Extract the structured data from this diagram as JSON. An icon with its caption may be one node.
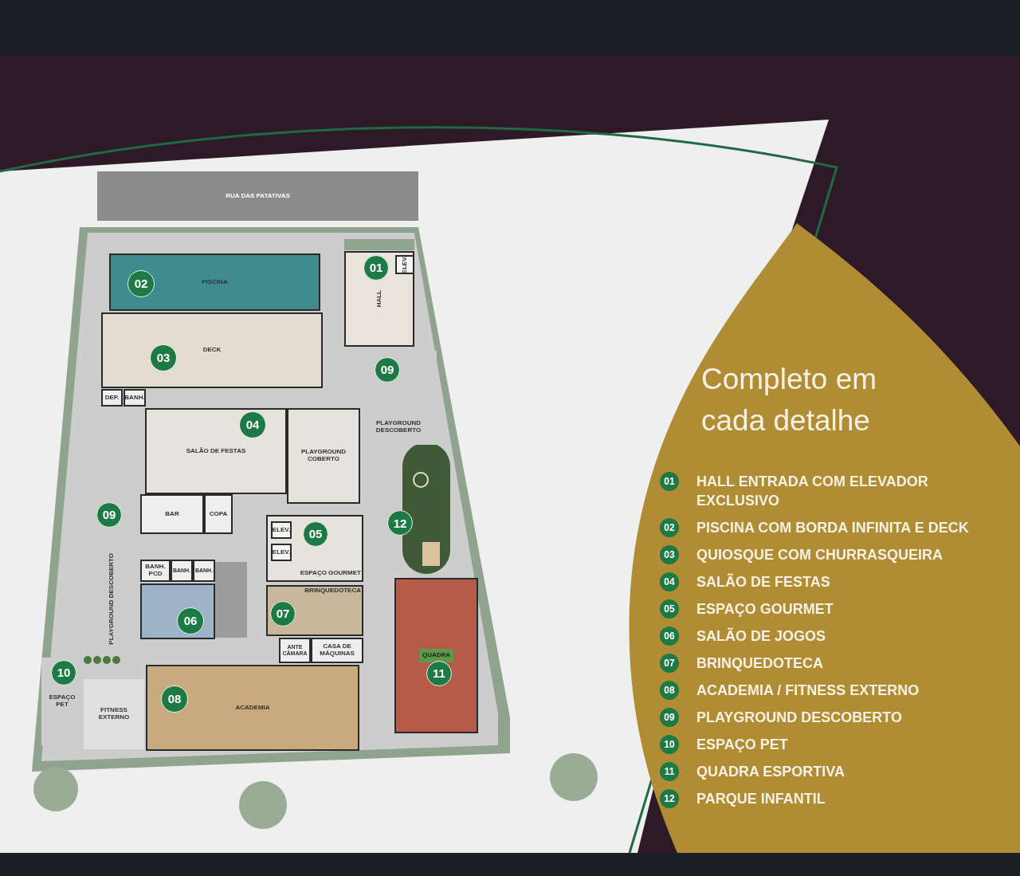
{
  "diagram": {
    "title": "Completo em cada detalhe",
    "nodes": [
      {
        "text": [
          "RUA DAS PATATIVAS"
        ]
      },
      {
        "text": [
          "HALL"
        ]
      },
      {
        "text": [
          "01"
        ],
        "in": 1
      },
      {
        "text": [
          "ELEV."
        ],
        "in": 1
      },
      {
        "text": [
          "PISCINA"
        ]
      },
      {
        "text": [
          "02"
        ],
        "in": 4
      },
      {
        "text": [
          "DECK"
        ]
      },
      {
        "text": [
          "03"
        ],
        "in": 6
      },
      {
        "text": [
          "DEP."
        ]
      },
      {
        "text": [
          "BANH."
        ]
      },
      {
        "text": [
          "SALÃO DE FESTAS"
        ]
      },
      {
        "text": [
          "04"
        ],
        "in": 10
      },
      {
        "text": [
          "PLAYGROUND COBERTO"
        ]
      },
      {
        "text": [
          "BAR"
        ]
      },
      {
        "text": [
          "COPA"
        ]
      },
      {
        "text": [
          "ESPAÇO GOURMET"
        ]
      },
      {
        "text": [
          "05"
        ],
        "in": 15
      },
      {
        "text": [
          "ELEV."
        ],
        "in": 15
      },
      {
        "text": [
          "ELEV."
        ],
        "in": 15
      },
      {
        "text": [
          "BANH. PCD"
        ]
      },
      {
        "text": [
          "BANH."
        ]
      },
      {
        "text": [
          "BANH."
        ]
      },
      {
        "text": [],
        "shape": "box"
      },
      {
        "text": [
          "06"
        ],
        "in": 22
      },
      {
        "text": [
          "BRINQUEDOTECA"
        ]
      },
      {
        "text": [
          "07"
        ],
        "in": 24
      },
      {
        "text": [
          "ANTE CÂMARA"
        ]
      },
      {
        "text": [
          "CASA DE MÁQUINAS"
        ]
      },
      {
        "text": [
          "ACADEMIA"
        ]
      },
      {
        "text": [
          "08"
        ],
        "in": 28
      },
      {
        "text": [
          "FITNESS EXTERNO"
        ]
      },
      {
        "text": [
          "PLAYGROUND DESCOBERTO"
        ]
      },
      {
        "text": [
          "09"
        ],
        "in": 31
      },
      {
        "text": [
          "PLAYGROUND DESCOBERTO"
        ]
      },
      {
        "text": [
          "09"
        ],
        "in": 33
      },
      {
        "text": [
          "ESPAÇO PET"
        ]
      },
      {
        "text": [
          "10"
        ],
        "in": 35
      },
      {
        "text": [
          "12"
        ]
      },
      {
        "text": [
          "QUADRA"
        ]
      },
      {
        "text": [
          "11"
        ],
        "in": 38
      }
    ],
    "labels": [
      "01",
      "02",
      "03",
      "04",
      "05",
      "06",
      "07",
      "08",
      "09",
      "10",
      "11",
      "12"
    ],
    "legend": [
      {
        "text": "HALL ENTRADA COM ELEVADOR EXCLUSIVO"
      },
      {
        "text": "PISCINA COM BORDA INFINITA E DECK"
      },
      {
        "text": "QUIOSQUE COM CHURRASQUEIRA"
      },
      {
        "text": "SALÃO DE FESTAS"
      },
      {
        "text": "ESPAÇO GOURMET"
      },
      {
        "text": "SALÃO DE JOGOS"
      },
      {
        "text": "BRINQUEDOTECA"
      },
      {
        "text": "ACADEMIA / FITNESS EXTERNO"
      },
      {
        "text": "PLAYGROUND DESCOBERTO"
      },
      {
        "text": "ESPAÇO PET"
      },
      {
        "text": "QUADRA ESPORTIVA"
      },
      {
        "text": "PARQUE INFANTIL"
      }
    ]
  }
}
